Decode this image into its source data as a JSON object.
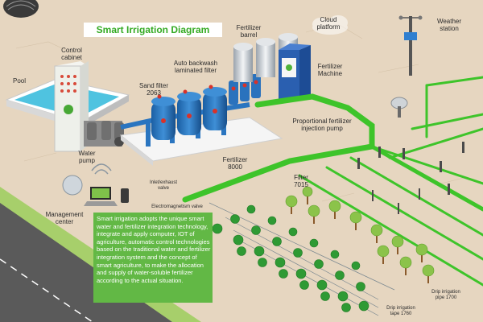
{
  "title": "Smart Irrigation Diagram",
  "labels": {
    "control_cabinet": "Control\ncabinet",
    "pool": "Pool",
    "water_pump": "Water\npump",
    "management_center": "Management\ncenter",
    "sand_filter": "Sand filter\n2063",
    "auto_backwash": "Auto backwash\nlaminated filter",
    "fertilizer_barrel": "Fertilizer\nbarrel",
    "cloud_platform": "Cloud\nplatform",
    "weather_station": "Weather\nstation",
    "fertilizer_machine": "Fertilizer\nMachine",
    "injection_pump": "Proportional fertilizer\ninjection pump",
    "fertilizer_8000": "Fertilizer\n8000",
    "inlet_exhaust_valve": "Inlet/exhaust\nvalve",
    "filter_7015": "Filter\n7015",
    "electromagnetism_valve": "Electromagnetism valve",
    "drip_pipe": "Drip irrigation\npipe 1700",
    "drip_tape": "Drip irrigation\ntape 1760"
  },
  "description": "Smart irrigation adopts the unique smart water and fertilizer integration technology, integrate and apply computer, IOT of agriculture, automatic control technologies based on the traditional water and fertilizer integration system and the concept of smart agriculture, to make the allocation and supply of water-soluble fertilizer according to the actual situation.",
  "colors": {
    "ground": "#e6d6c0",
    "pipe_green": "#3ec42a",
    "tank_blue": "#1f6fb8",
    "pool_water": "#4fc3e0",
    "text_box_green": "#62b845",
    "title_green": "#33aa22",
    "road": "#5a5a5a",
    "grass_strip": "#a7cf6b"
  }
}
